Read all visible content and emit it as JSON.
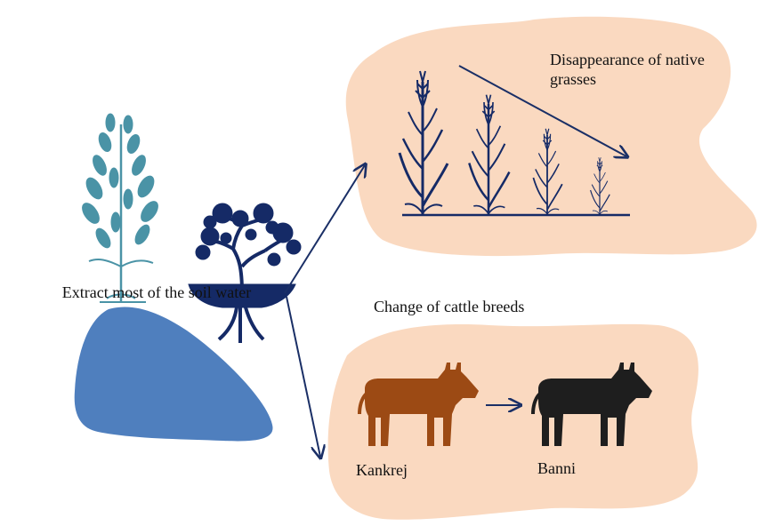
{
  "colors": {
    "blob": "#fad9c0",
    "arrow": "#1a2f66",
    "tree": "#152a66",
    "water": "#4f7fbe",
    "plant": "#4a93a6",
    "kankrej": "#9c4a14",
    "banni": "#1e1e1e"
  },
  "icons": [
    "prosopis-tree-icon",
    "native-grass-plant-icon",
    "grass-stalk-icon",
    "cow-icon",
    "water-pool-icon"
  ],
  "labels": {
    "grasses_title": "Disappearance of native grasses",
    "extract_water": "Extract most of the soil water",
    "cattle_title": "Change of cattle breeds",
    "kankrej": "Kankrej",
    "banni": "Banni"
  }
}
